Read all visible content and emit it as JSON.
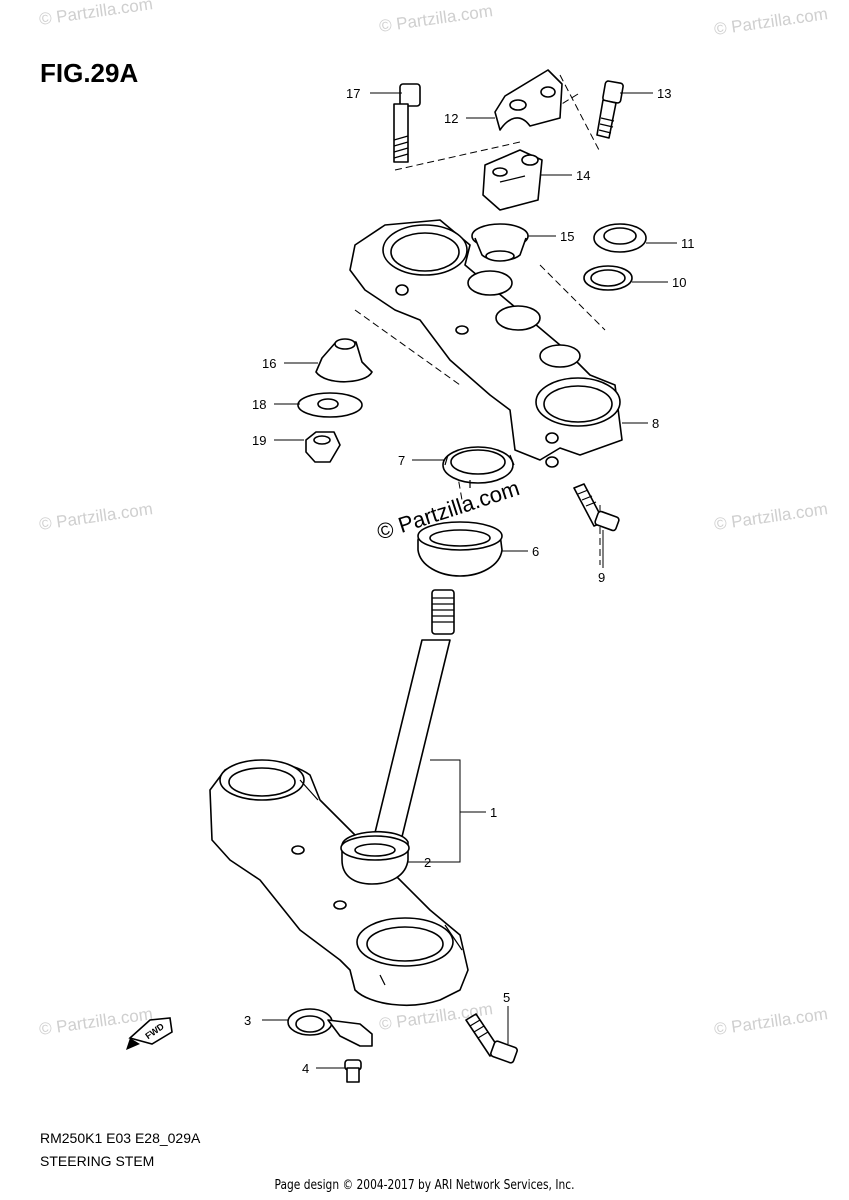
{
  "figure": {
    "title": "FIG.29A",
    "code": "RM250K1 E03 E28_029A",
    "name": "STEERING STEM",
    "footer": "Page design © 2004-2017 by ARI Network Services, Inc."
  },
  "watermark": {
    "text": "© Partzilla.com",
    "center_text": "© Partzilla.com"
  },
  "callouts": {
    "c1": "1",
    "c2": "2",
    "c3": "3",
    "c4": "4",
    "c5": "5",
    "c6": "6",
    "c7": "7",
    "c8": "8",
    "c9": "9",
    "c10": "10",
    "c11": "11",
    "c12": "12",
    "c13": "13",
    "c14": "14",
    "c15": "15",
    "c16": "16",
    "c17": "17",
    "c18": "18",
    "c19": "19"
  },
  "fwd_label": "FWD",
  "icons": {
    "fwd_arrow": "fwd-arrow-icon"
  }
}
